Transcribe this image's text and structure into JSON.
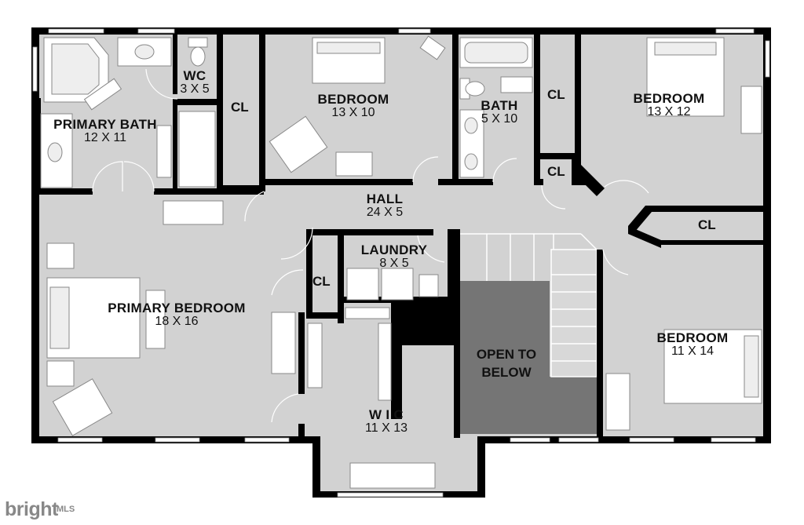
{
  "rooms": {
    "primary_bath": {
      "name": "PRIMARY BATH",
      "dims": "12 X 11"
    },
    "wc": {
      "name": "WC",
      "dims": "3 X 5"
    },
    "bedroom_mid": {
      "name": "BEDROOM",
      "dims": "13 X 10"
    },
    "bath": {
      "name": "BATH",
      "dims": "5 X 10"
    },
    "bedroom_ne": {
      "name": "BEDROOM",
      "dims": "13 X 12"
    },
    "hall": {
      "name": "HALL",
      "dims": "24 X 5"
    },
    "laundry": {
      "name": "LAUNDRY",
      "dims": "8 X 5"
    },
    "primary_bedroom": {
      "name": "PRIMARY BEDROOM",
      "dims": "18 X 16"
    },
    "bedroom_se": {
      "name": "BEDROOM",
      "dims": "11 X 14"
    },
    "wic": {
      "name": "W I C",
      "dims": "11 X 13"
    }
  },
  "closet_label": "CL",
  "open_to_below": {
    "line1": "OPEN TO",
    "line2": "BELOW"
  },
  "logo": {
    "word": "bright",
    "suffix": "MLS"
  },
  "colors": {
    "floor": "#d2d2d2",
    "wall": "#000000",
    "open_area": "#757575",
    "fixture": "#ffffff"
  }
}
